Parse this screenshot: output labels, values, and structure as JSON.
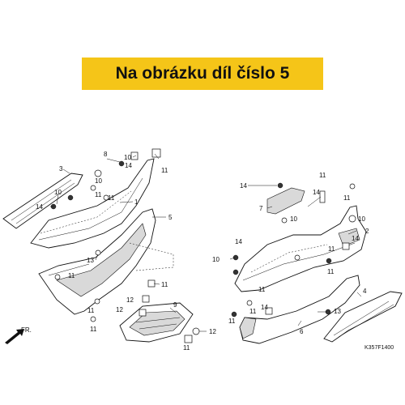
{
  "banner": {
    "text": "Na obrázku díl číslo 5",
    "color": "#f5c518"
  },
  "diagram": {
    "code": "K357F1400",
    "direction_label": "FR.",
    "callouts": {
      "c1": "3",
      "c2": "10",
      "c3": "14",
      "c4": "8",
      "c5": "10",
      "c6": "14",
      "c7": "10",
      "c8": "11",
      "c9": "11",
      "c10": "11",
      "c11": "1",
      "c12": "5",
      "c13": "13",
      "c14": "11",
      "c15": "11",
      "c16": "11",
      "c17": "9",
      "c18": "12",
      "c19": "12",
      "c20": "11",
      "c21": "12",
      "c22": "11",
      "c23": "11",
      "c24": "14",
      "c25": "7",
      "c26": "14",
      "c27": "11",
      "c28": "10",
      "c29": "10",
      "c30": "2",
      "c31": "14",
      "c32": "10",
      "c33": "11",
      "c34": "11",
      "c35": "11",
      "c36": "4",
      "c37": "13",
      "c38": "11",
      "c39": "6",
      "c40": "11",
      "c41": "14",
      "c42": "14"
    }
  }
}
